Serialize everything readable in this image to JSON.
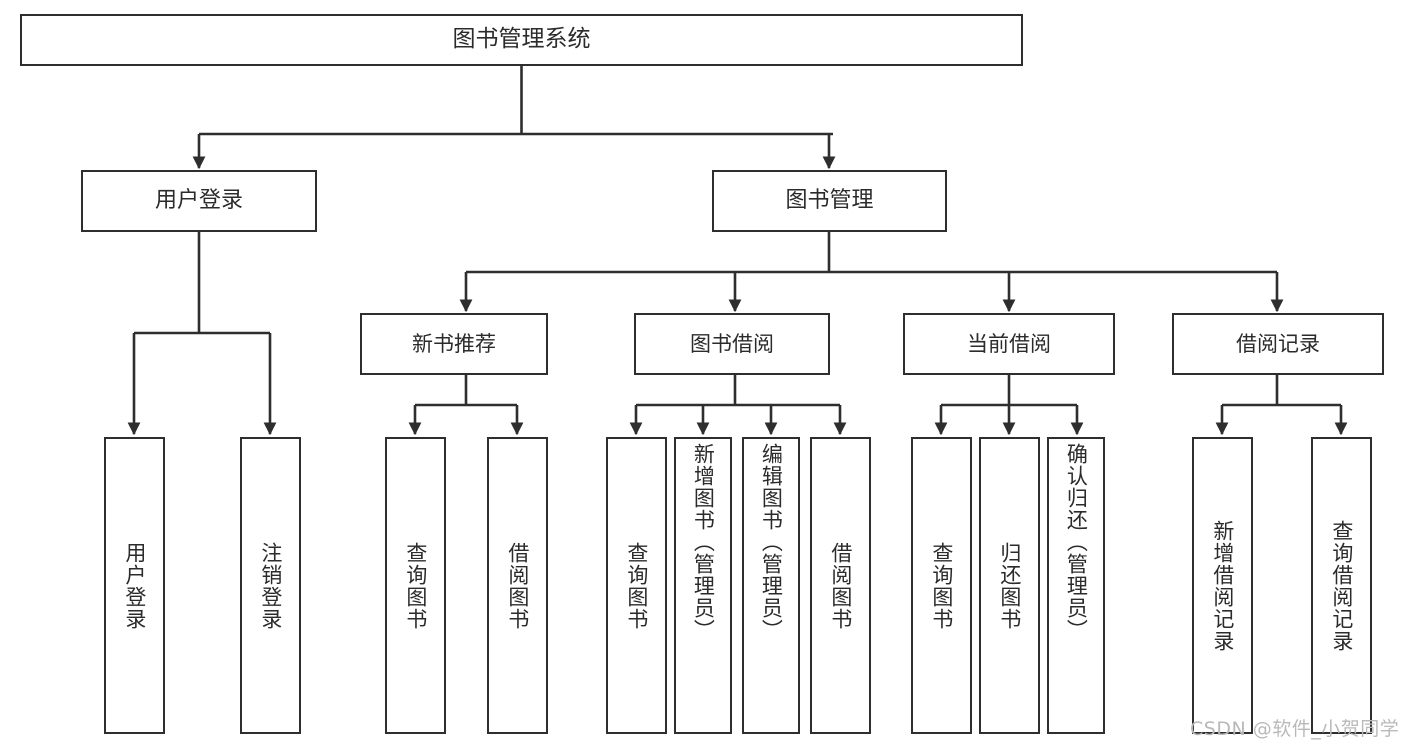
{
  "diagram": {
    "title": "图书管理系统",
    "type": "tree-hierarchy",
    "nodes": {
      "root": {
        "label": "图书管理系统"
      },
      "level2": [
        {
          "id": "user-login",
          "label": "用户登录"
        },
        {
          "id": "book-management",
          "label": "图书管理"
        }
      ],
      "level3": [
        {
          "id": "new-book-recommend",
          "label": "新书推荐"
        },
        {
          "id": "book-borrow",
          "label": "图书借阅"
        },
        {
          "id": "current-borrow",
          "label": "当前借阅"
        },
        {
          "id": "borrow-record",
          "label": "借阅记录"
        }
      ],
      "leaves": {
        "user_login": [
          {
            "id": "leaf-user-login",
            "label": "用户登录"
          },
          {
            "id": "leaf-logout-login",
            "label": "注销登录"
          }
        ],
        "new_book_recommend": [
          {
            "id": "leaf-query-book-1",
            "label": "查询图书"
          },
          {
            "id": "leaf-borrow-book-1",
            "label": "借阅图书"
          }
        ],
        "book_borrow": [
          {
            "id": "leaf-query-book-2",
            "label": "查询图书"
          },
          {
            "id": "leaf-add-book",
            "label": "新增图书（管理员）"
          },
          {
            "id": "leaf-edit-book",
            "label": "编辑图书（管理员）"
          },
          {
            "id": "leaf-borrow-book-2",
            "label": "借阅图书"
          }
        ],
        "current_borrow": [
          {
            "id": "leaf-query-book-3",
            "label": "查询图书"
          },
          {
            "id": "leaf-return-book",
            "label": "归还图书"
          },
          {
            "id": "leaf-confirm-return",
            "label": "确认归还（管理员）"
          }
        ],
        "borrow_record": [
          {
            "id": "leaf-add-borrow-record",
            "label": "新增借阅记录"
          },
          {
            "id": "leaf-query-borrow-record",
            "label": "查询借阅记录"
          }
        ]
      }
    },
    "watermark": "CSDN @软件_小贺同学",
    "colors": {
      "box_border": "#2e2e2e",
      "box_fill": "#ffffff",
      "edge": "#2e2e2e",
      "text": "#2b2b2b",
      "watermark": "#b9b9b9",
      "background": "#ffffff"
    }
  }
}
